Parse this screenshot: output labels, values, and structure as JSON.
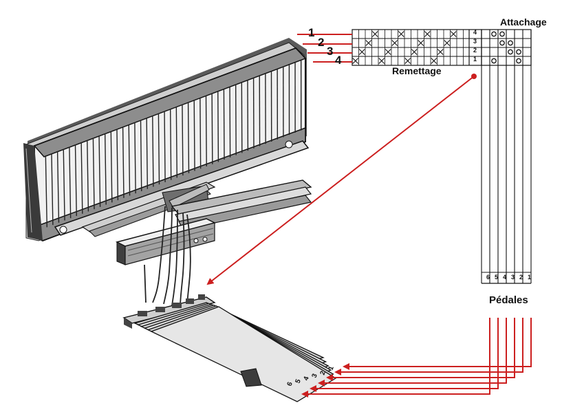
{
  "labels": {
    "attachage": "Attachage",
    "remettage": "Remettage",
    "pedales": "Pédales"
  },
  "shaft_numbers": [
    "1",
    "2",
    "3",
    "4"
  ],
  "tieup_row_numbers": [
    "4",
    "3",
    "2",
    "1"
  ],
  "pedal_column_numbers": [
    "6",
    "5",
    "4",
    "3",
    "2",
    "1"
  ],
  "pedal_labels_on_loom": [
    "6",
    "5",
    "4",
    "3",
    "2",
    "1"
  ],
  "colors": {
    "arrow": "#cc1f1f",
    "ink": "#1a1a1a",
    "frame": "#2a2a2a",
    "background": "#ffffff"
  }
}
